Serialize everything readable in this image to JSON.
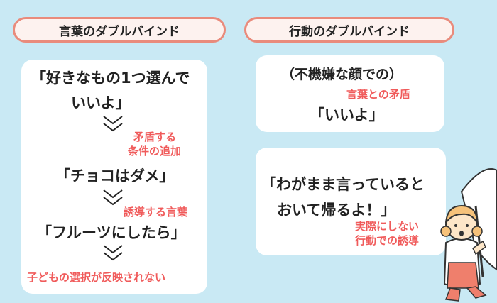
{
  "left": {
    "title": "言葉のダブルバインド",
    "lines": {
      "l1a": "「好きなもの1つ選んで",
      "l1b": "いいよ」",
      "r1a": "矛盾する",
      "r1b": "条件の追加",
      "l2": "「チョコはダメ」",
      "r2": "誘導する言葉",
      "l3": "「フルーツにしたら」",
      "r3": "子どもの選択が反映されない"
    }
  },
  "right": {
    "title": "行動のダブルバインド",
    "card1": {
      "line1": "（不機嫌な顔での）",
      "red": "言葉との矛盾",
      "line2": "「いいよ」"
    },
    "card2": {
      "line1": "「わがまま言っていると",
      "line2": "おいて帰るよ！」",
      "red1": "実際にしない",
      "red2": "行動での誘導"
    }
  },
  "colors": {
    "accent": "#e98b7c",
    "red_text": "#f05b5b",
    "background": "#c9e9f4"
  }
}
